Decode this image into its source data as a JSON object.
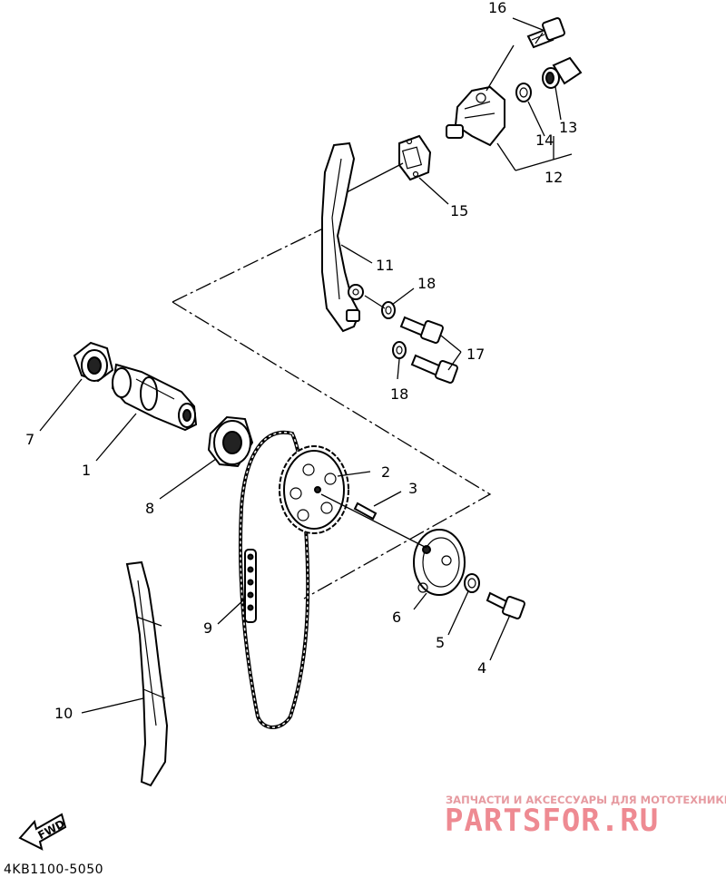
{
  "callouts": {
    "c1": "1",
    "c2": "2",
    "c3": "3",
    "c4": "4",
    "c5": "5",
    "c6": "6",
    "c7": "7",
    "c8": "8",
    "c9": "9",
    "c10": "10",
    "c11": "11",
    "c12": "12",
    "c13": "13",
    "c14": "14",
    "c15": "15",
    "c16": "16",
    "c17": "17",
    "c18a": "18",
    "c18b": "18"
  },
  "diagram_code": "4KB1100-5050",
  "fwd_label": "FWD",
  "watermark": {
    "tagline": "ЗАПЧАСТИ И АКСЕССУАРЫ ДЛЯ МОТОТЕХНИКИ",
    "logo": "PARTSFOR.RU",
    "color": "#ee8a92"
  }
}
